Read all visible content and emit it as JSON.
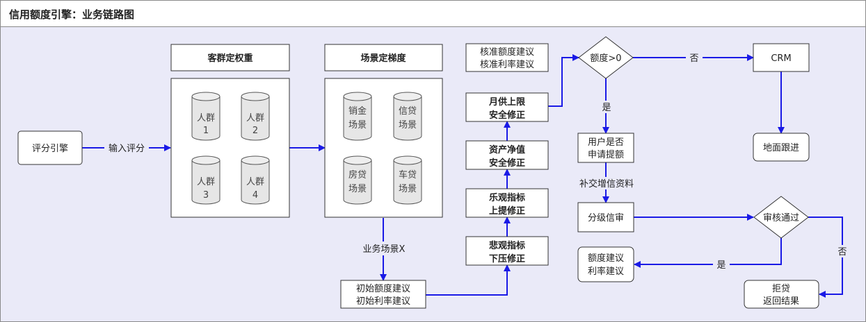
{
  "title": "信用额度引擎：业务链路图",
  "nodes": {
    "score_engine": "评分引擎",
    "customer_weight": "客群定权重",
    "scene_gradient": "场景定梯度",
    "crowd1": [
      "人群",
      "1"
    ],
    "crowd2": [
      "人群",
      "2"
    ],
    "crowd3": [
      "人群",
      "3"
    ],
    "crowd4": [
      "人群",
      "4"
    ],
    "scene_sales": [
      "销金",
      "场景"
    ],
    "scene_credit": [
      "信贷",
      "场景"
    ],
    "scene_house": [
      "房贷",
      "场景"
    ],
    "scene_car": [
      "车贷",
      "场景"
    ],
    "initial_suggest": [
      "初始额度建议",
      "初始利率建议"
    ],
    "pessimistic": [
      "悲观指标",
      "下压修正"
    ],
    "optimistic": [
      "乐观指标",
      "上提修正"
    ],
    "net_assets": [
      "资产净值",
      "安全修正"
    ],
    "monthly_cap": [
      "月供上限",
      "安全修正"
    ],
    "approved_suggest": [
      "核准额度建议",
      "核准利率建议"
    ],
    "quota_check": "额度>0",
    "crm": "CRM",
    "ground_follow": "地面跟进",
    "user_apply": [
      "用户是否",
      "申请提额"
    ],
    "graded_review": "分级信审",
    "review_pass": "审核通过",
    "final_suggest": [
      "额度建议",
      "利率建议"
    ],
    "reject": [
      "拒贷",
      "返回结果"
    ]
  },
  "edge_labels": {
    "input_score": "输入评分",
    "scene_x": "业务场景X",
    "no1": "否",
    "yes1": "是",
    "supplement": "补交增信资料",
    "yes2": "是",
    "no2": "否"
  },
  "colors": {
    "arrow": "#1a1ae6",
    "background": "#eaeaf8",
    "node_fill": "#ffffff",
    "cylinder_fill": "#e6e6e6"
  }
}
